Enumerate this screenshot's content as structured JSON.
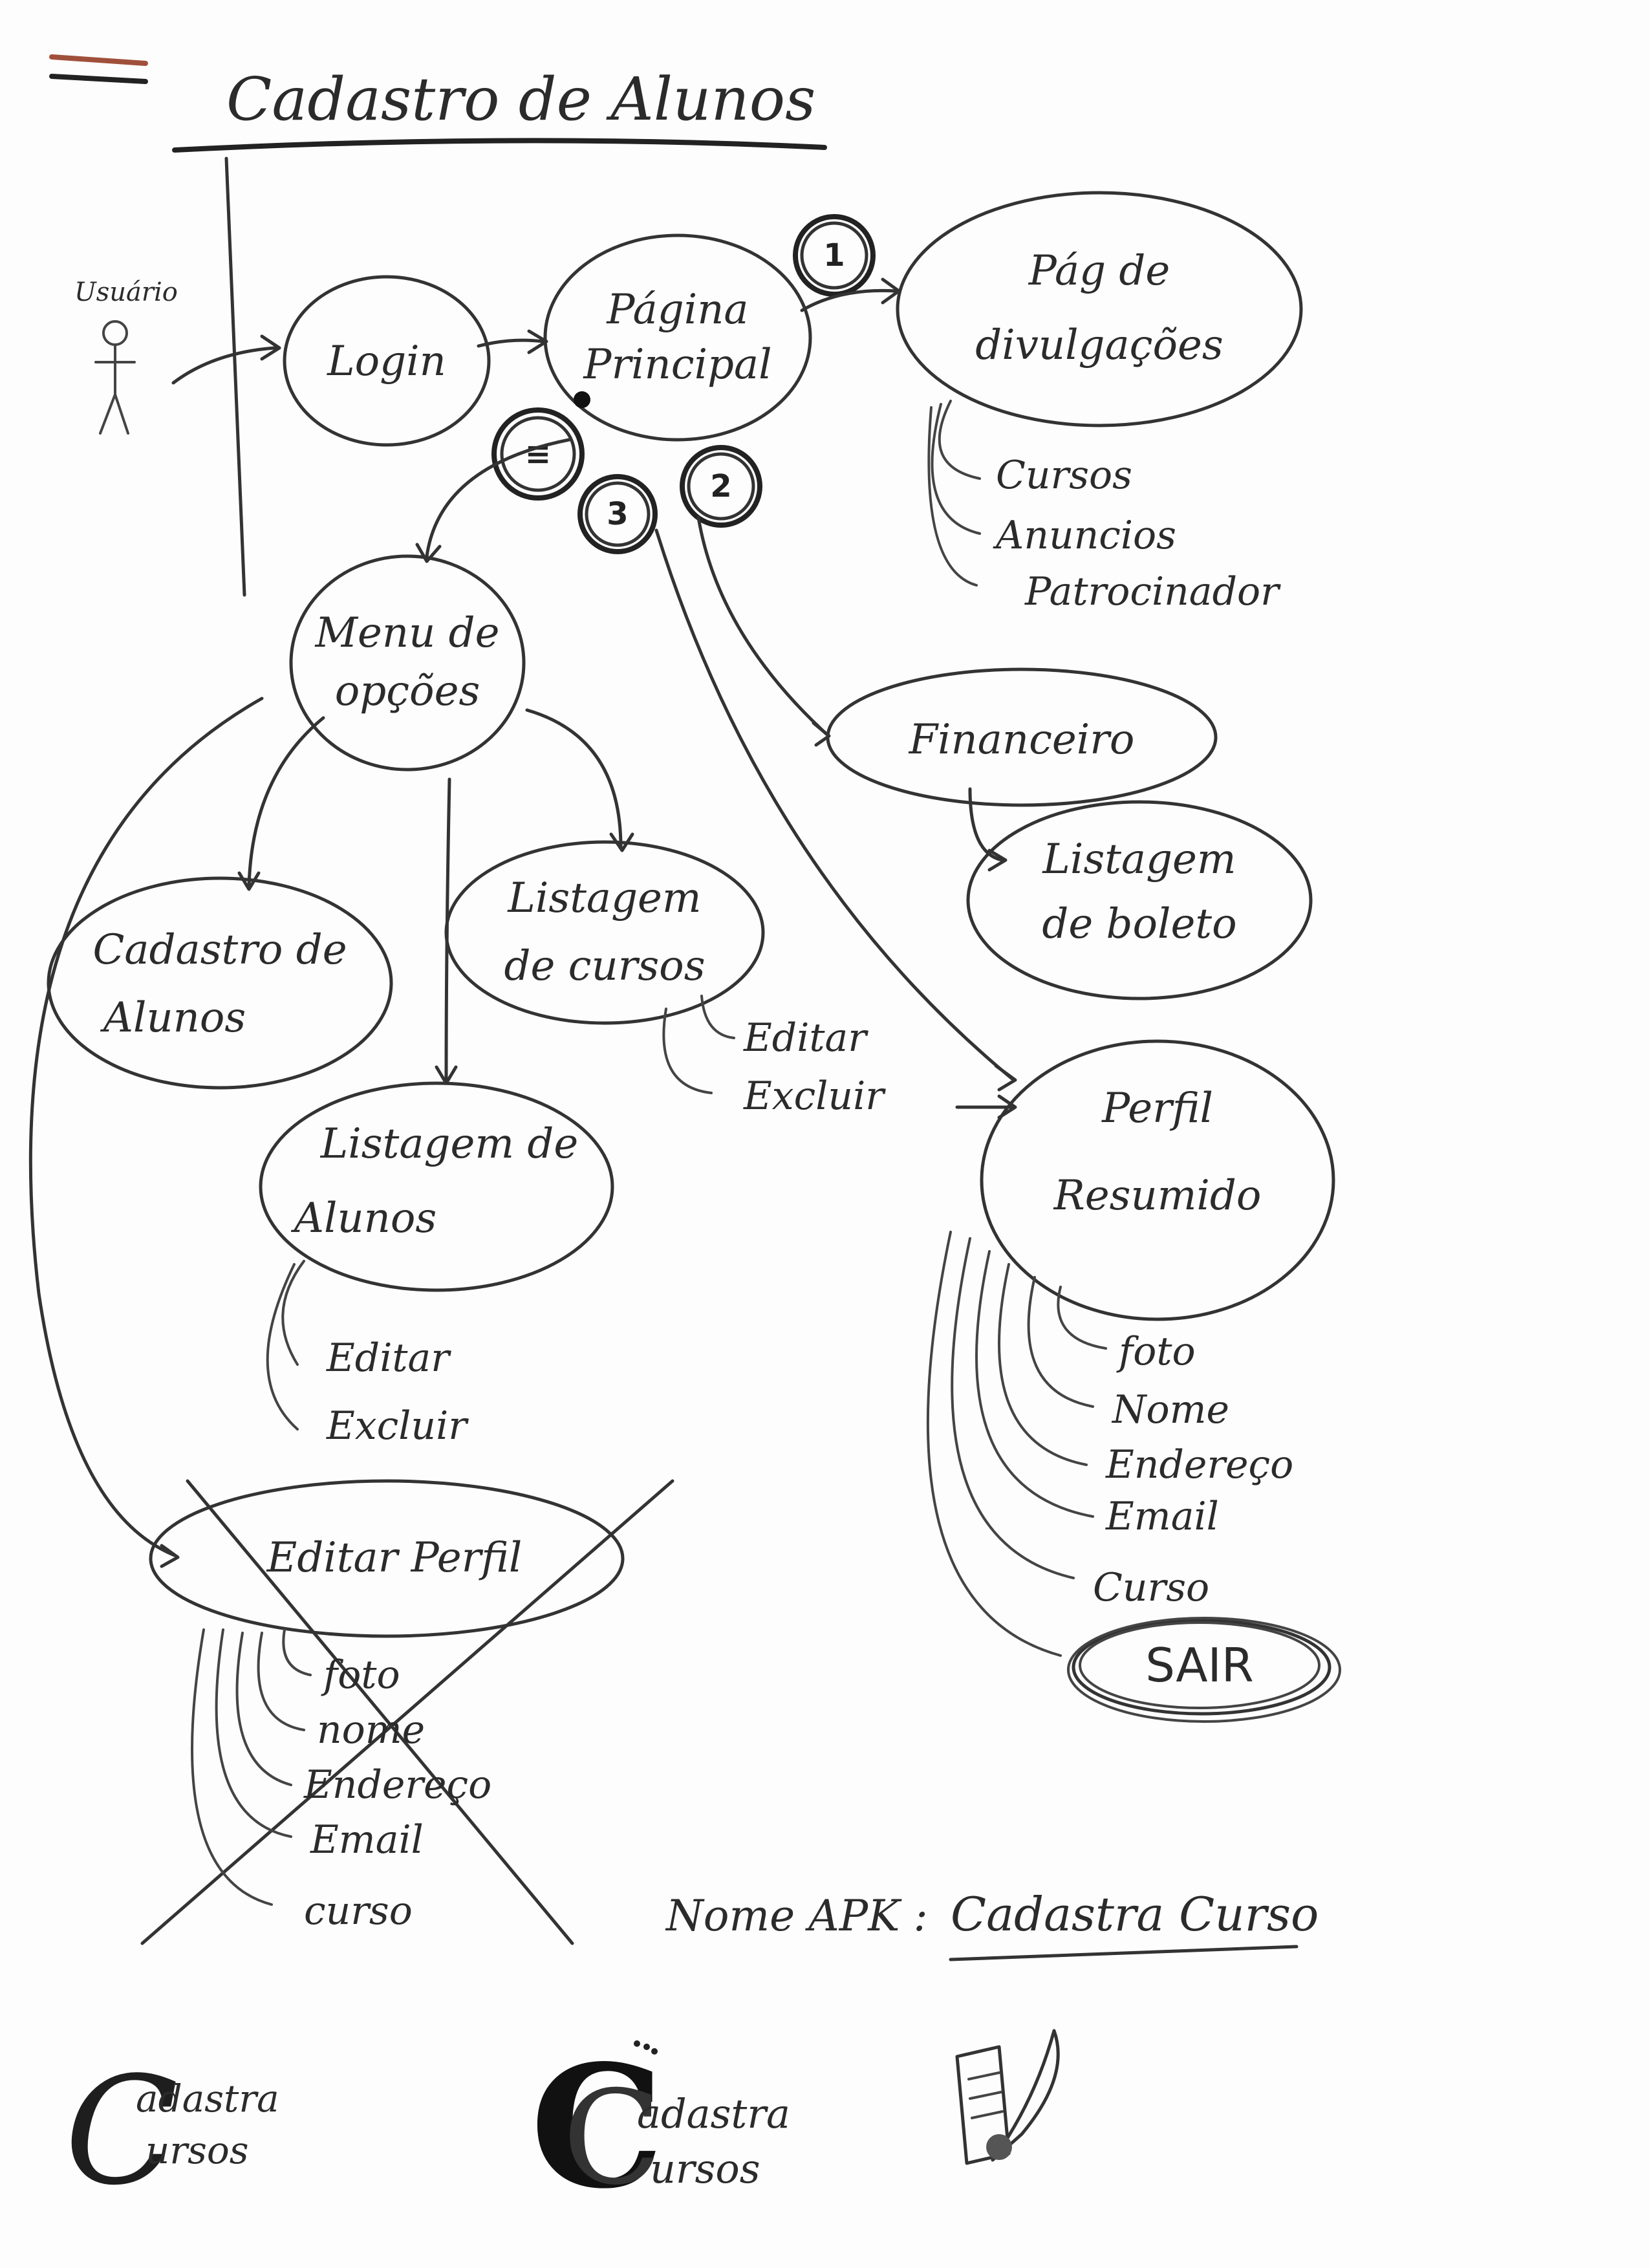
{
  "title": "Cadastro de Alunos",
  "actor": {
    "label": "Usuário"
  },
  "nodes": {
    "login": {
      "label": "Login"
    },
    "pagina_principal": {
      "line1": "Página",
      "line2": "Principal"
    },
    "pag_divulgacoes": {
      "line1": "Pág de",
      "line2": "divulgações"
    },
    "menu_opcoes": {
      "line1": "Menu de",
      "line2": "opções"
    },
    "financeiro": {
      "label": "Financeiro"
    },
    "listagem_boleto": {
      "line1": "Listagem",
      "line2": "de boleto"
    },
    "cadastro_alunos": {
      "line1": "Cadastro de",
      "line2": "Alunos"
    },
    "listagem_cursos": {
      "line1": "Listagem",
      "line2": "de cursos"
    },
    "perfil_resumido": {
      "line1": "Perfil",
      "line2": "Resumido"
    },
    "listagem_alunos": {
      "line1": "Listagem de",
      "line2": "Alunos"
    },
    "editar_perfil": {
      "label": "Editar Perfil"
    },
    "sair": {
      "label": "SAIR"
    }
  },
  "badges": {
    "b1": "1",
    "b2": "2",
    "b3": "3",
    "b_menu": "≡"
  },
  "sub_items": {
    "divulgacoes": [
      "Cursos",
      "Anuncios",
      "Patrocinador"
    ],
    "cursos_actions": [
      "Editar",
      "Excluir"
    ],
    "alunos_actions": [
      "Editar",
      "Excluir"
    ],
    "perfil_resumido_fields": [
      "foto",
      "Nome",
      "Endereço",
      "Email",
      "Curso"
    ],
    "editar_perfil_fields": [
      "foto",
      "nome",
      "Endereço",
      "Email",
      "curso"
    ]
  },
  "app_name": {
    "prefix": "Nome APK :",
    "value": "Cadastra Curso"
  },
  "logos": [
    {
      "line1": "adastra",
      "line2": "ursos"
    },
    {
      "line1": "adastra",
      "line2": "ursos"
    }
  ]
}
